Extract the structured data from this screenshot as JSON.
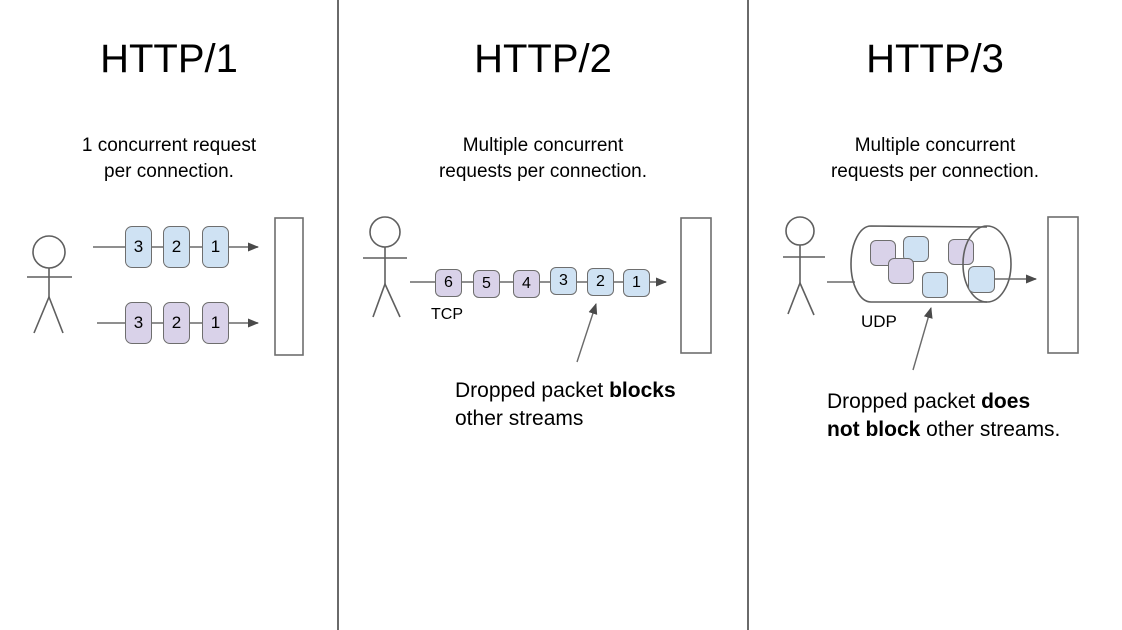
{
  "colors": {
    "packet_blue": "#cfe2f3",
    "packet_purple": "#d9d2e9",
    "stroke_gray": "#6e6e6e",
    "text_black": "#000000"
  },
  "panels": [
    {
      "title": "HTTP/1",
      "subtitle": "1 concurrent request\nper connection.",
      "rows": [
        {
          "boxes": [
            {
              "label": "3",
              "color": "#cfe2f3"
            },
            {
              "label": "2",
              "color": "#cfe2f3"
            },
            {
              "label": "1",
              "color": "#cfe2f3"
            }
          ]
        },
        {
          "boxes": [
            {
              "label": "3",
              "color": "#d9d2e9"
            },
            {
              "label": "2",
              "color": "#d9d2e9"
            },
            {
              "label": "1",
              "color": "#d9d2e9"
            }
          ]
        }
      ]
    },
    {
      "title": "HTTP/2",
      "subtitle": "Multiple concurrent\nrequests per connection.",
      "protocol_label": "TCP",
      "queue": {
        "boxes": [
          {
            "label": "6",
            "color": "#d9d2e9"
          },
          {
            "label": "5",
            "color": "#d9d2e9"
          },
          {
            "label": "4",
            "color": "#d9d2e9"
          },
          {
            "label": "3",
            "color": "#cfe2f3"
          },
          {
            "label": "2",
            "color": "#cfe2f3"
          },
          {
            "label": "1",
            "color": "#cfe2f3"
          }
        ]
      },
      "caption": {
        "line1_pre": "Dropped packet ",
        "line1_bold": "blocks",
        "line2_rest": "other streams"
      }
    },
    {
      "title": "HTTP/3",
      "subtitle": "Multiple concurrent\nrequests per connection.",
      "protocol_label": "UDP",
      "tube_boxes": [
        {
          "color": "#d9d2e9"
        },
        {
          "color": "#cfe2f3"
        },
        {
          "color": "#d9d2e9"
        },
        {
          "color": "#cfe2f3"
        },
        {
          "color": "#d9d2e9"
        },
        {
          "color": "#cfe2f3"
        }
      ],
      "caption": {
        "line1_pre": "Dropped packet ",
        "line1_bold": "does",
        "line2_bold": "not block",
        "line2_rest": " other streams."
      }
    }
  ]
}
